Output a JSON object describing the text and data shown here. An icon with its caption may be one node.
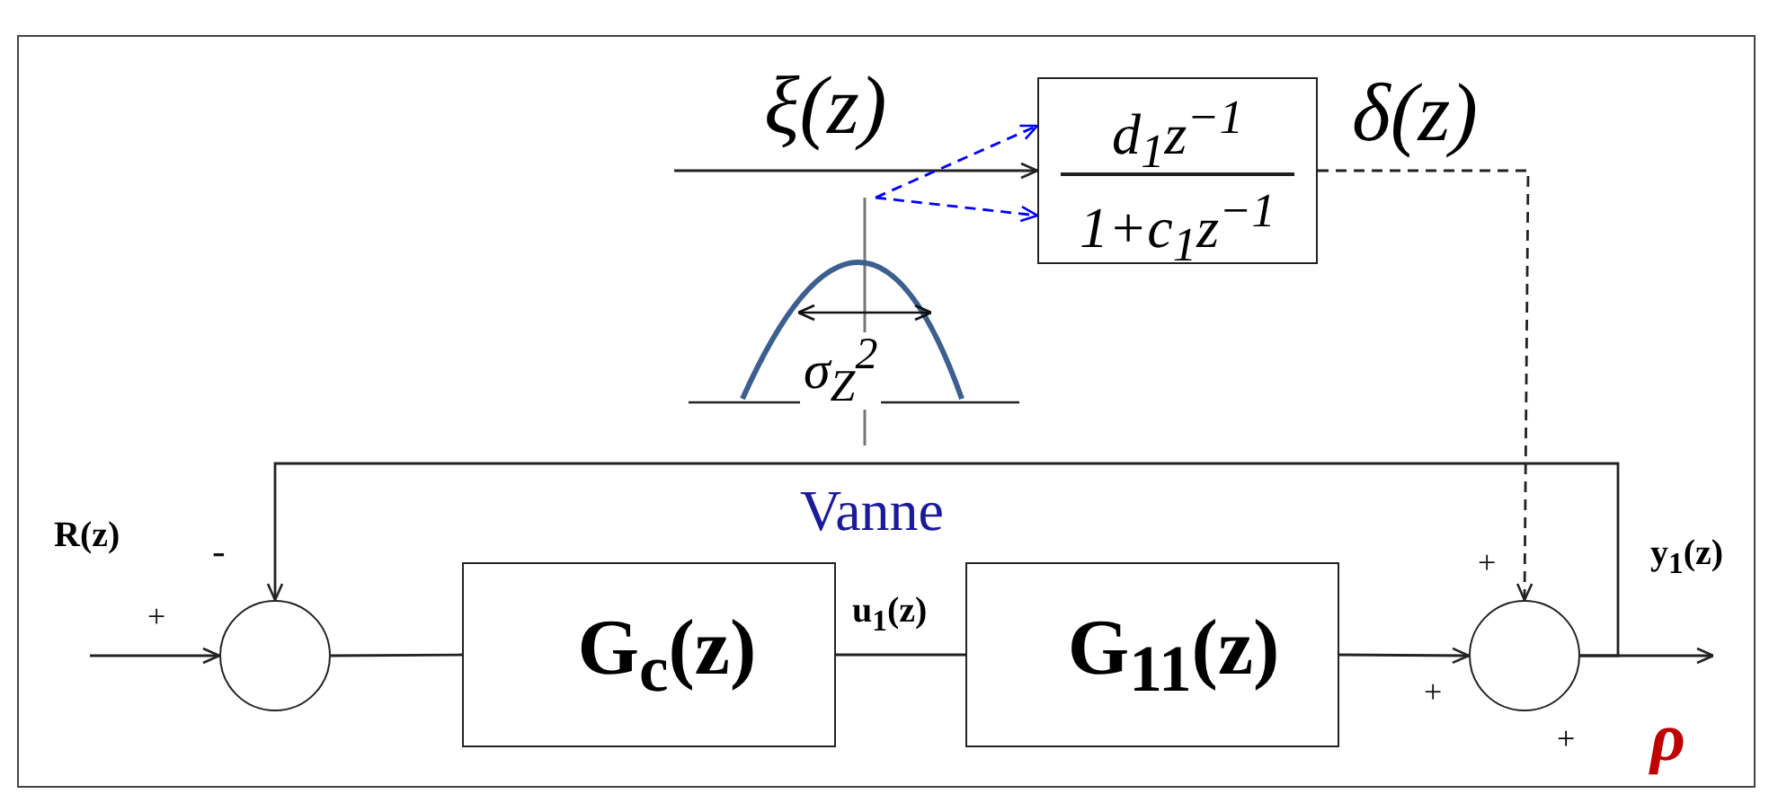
{
  "diagram": {
    "nodes": [
      {
        "text": [],
        "shape": "circle"
      },
      {
        "text": [
          "G$_{c}$(z)"
        ]
      },
      {
        "text": [
          "G$_{11}$(z)"
        ]
      },
      {
        "text": [],
        "shape": "circle",
        "beside": [
          "+"
        ]
      },
      {
        "text": [
          "d$_{1}$z$^{−1}$",
          "1+c$_{1}$z$^{−1}$"
        ]
      },
      {
        "text": [
          "σ$_{Z}$$^{2}$"
        ]
      }
    ],
    "edges": [
      {
        "from": null,
        "to": 0,
        "arrow": "to",
        "label": "R(z)"
      },
      {
        "from": 0,
        "to": 1,
        "arrow": "none"
      },
      {
        "from": 1,
        "to": 2,
        "arrow": "none",
        "label": "u$_{1}$(z)"
      },
      {
        "from": 2,
        "to": 3,
        "arrow": "to"
      },
      {
        "from": 3,
        "to": null,
        "arrow": "to",
        "label": "y$_{1}$(z)"
      },
      {
        "from": 3,
        "to": 0,
        "arrow": "to"
      },
      {
        "from": null,
        "to": 4,
        "arrow": "to",
        "label": "ξ(z)"
      },
      {
        "from": 4,
        "to": 3,
        "arrow": "to",
        "style": "dashed",
        "label": "δ(z)"
      },
      {
        "from": 5,
        "to": 4,
        "arrow": "to",
        "style": "dashed",
        "color": "#0000ff"
      },
      {
        "from": 5,
        "to": 4,
        "arrow": "to",
        "style": "dashed",
        "color": "#0000ff"
      }
    ],
    "labels": [
      "Vanne",
      "-",
      "+",
      "+",
      "+",
      "ρ"
    ]
  }
}
